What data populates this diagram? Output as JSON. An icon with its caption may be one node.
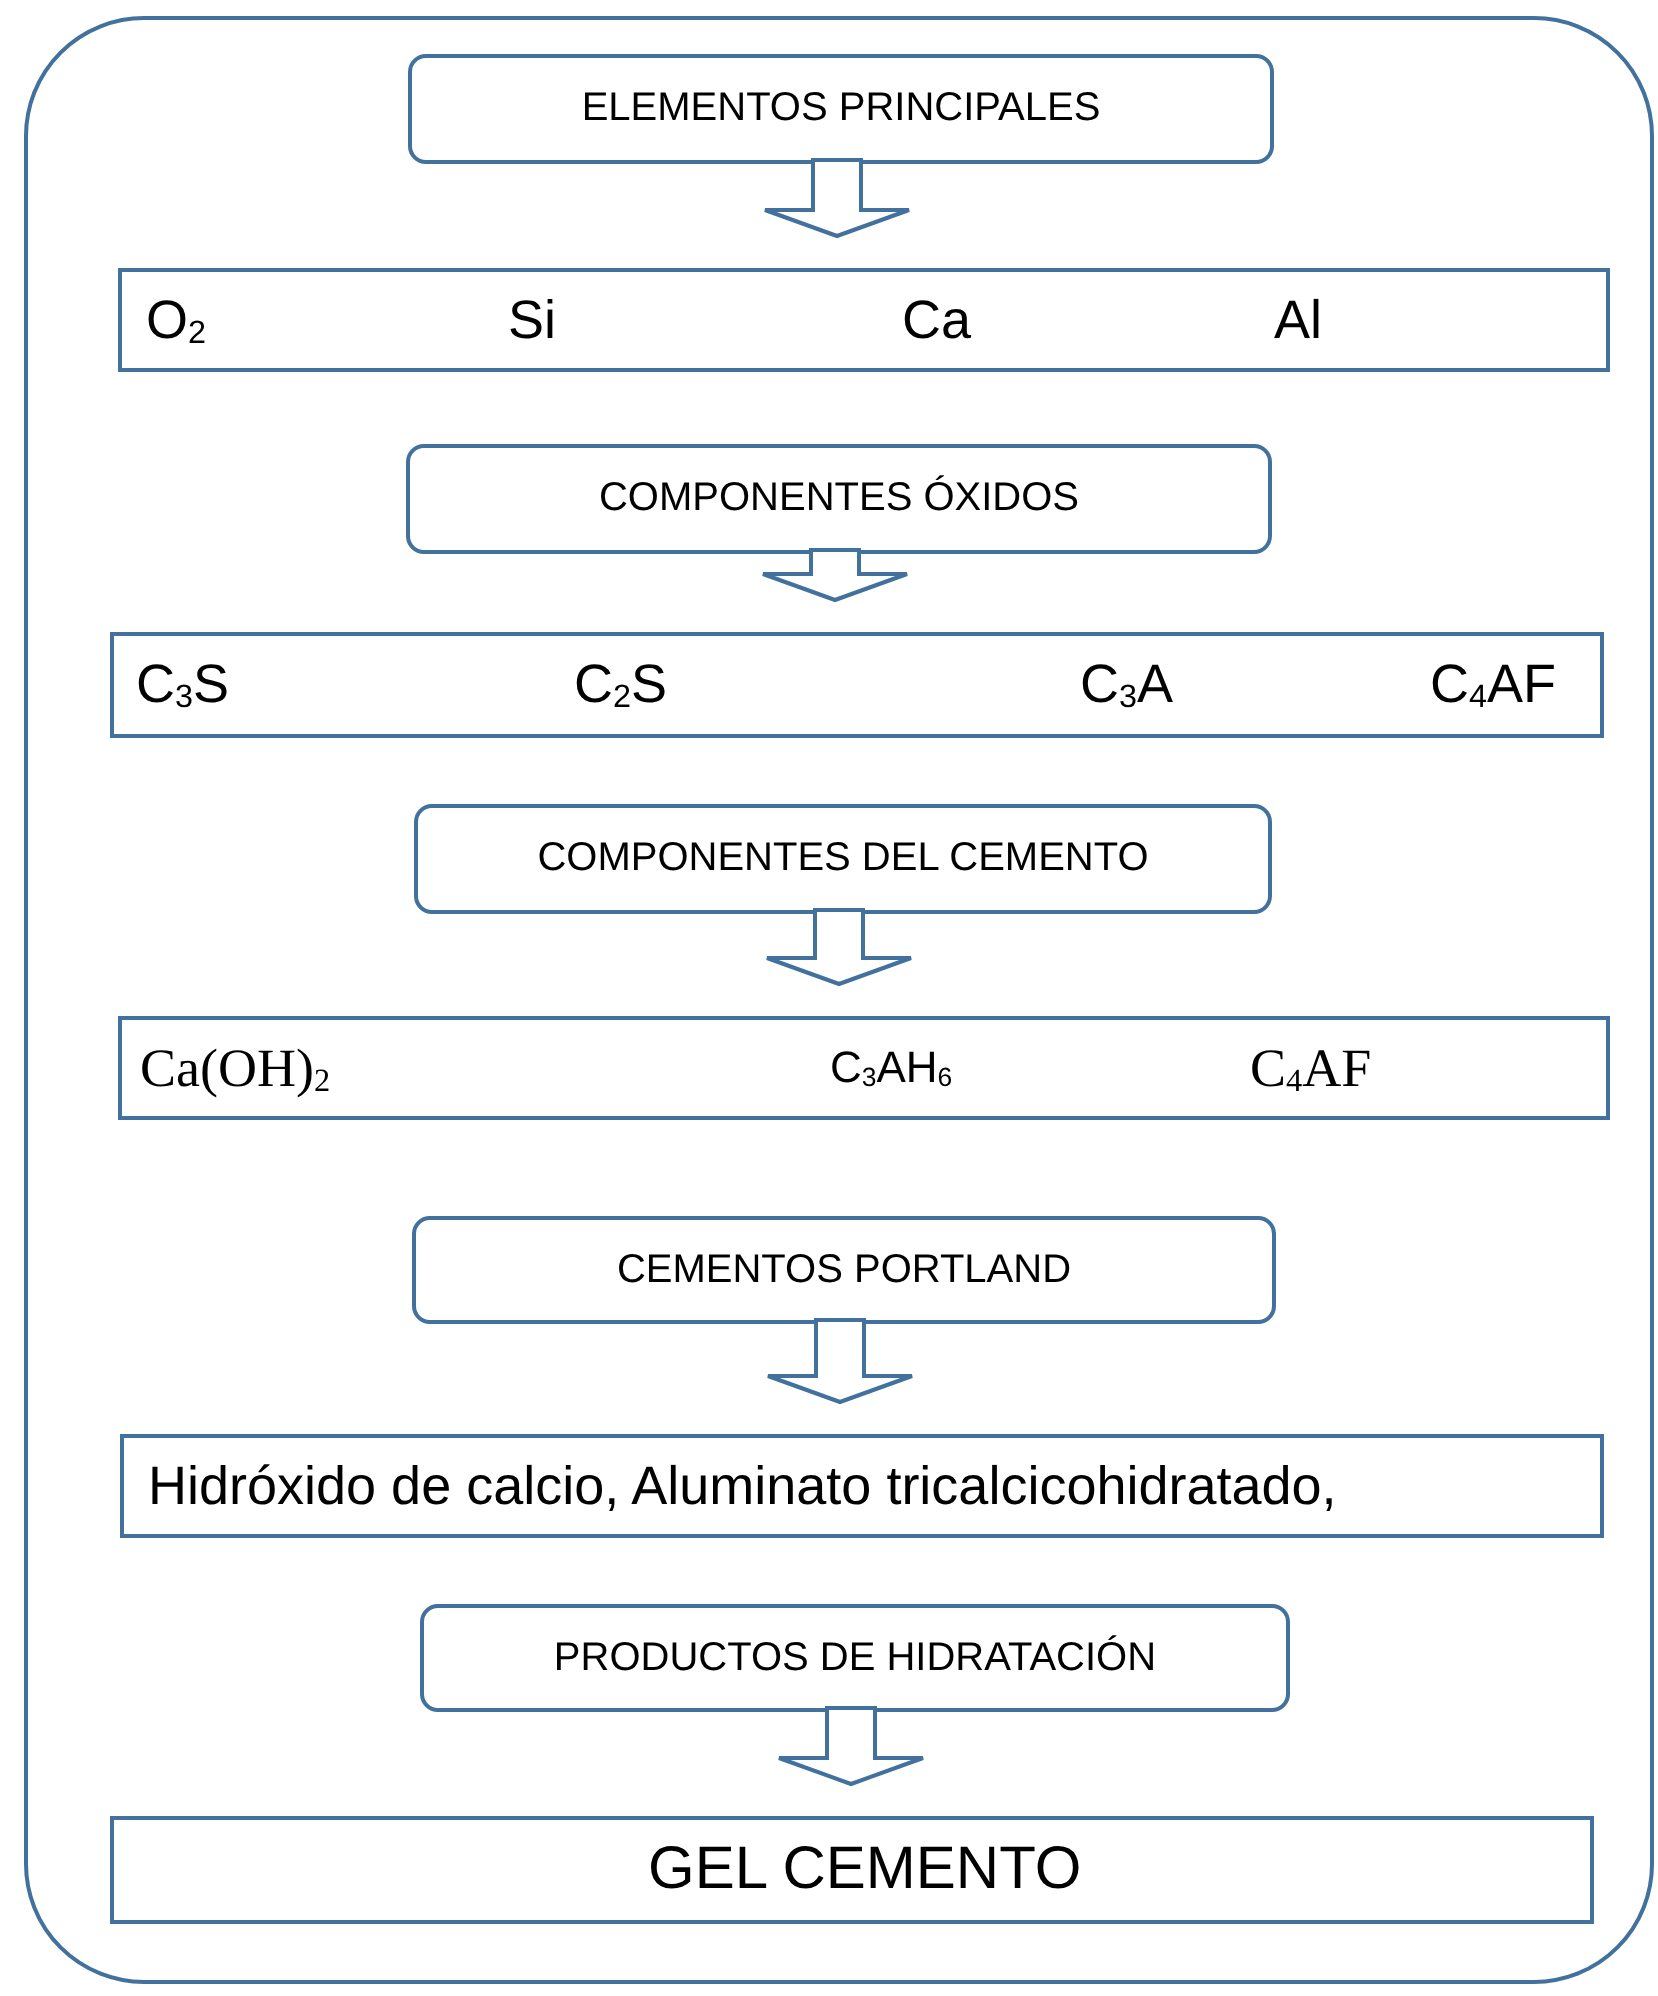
{
  "diagram": {
    "nodes": [
      {
        "text": [],
        "shape": "box"
      },
      {
        "text": [
          "ELEMENTOS PRINCIPALES"
        ],
        "in": 0
      },
      {
        "text": [
          "O$_{2}$",
          "Si",
          "Ca",
          "Al"
        ],
        "in": 0
      },
      {
        "text": [
          "COMPONENTES ÓXIDOS"
        ],
        "in": 0
      },
      {
        "text": [
          "C$_{3}$S",
          "C$_{2}$S",
          "C$_{3}$A",
          "C$_{4}$AF"
        ],
        "in": 0
      },
      {
        "text": [
          "COMPONENTES DEL CEMENTO"
        ],
        "in": 0
      },
      {
        "text": [
          "Ca(OH)$_{2}$",
          "C$_{3}$AH$_{6}$",
          "C$_{4}$AF"
        ],
        "in": 0
      },
      {
        "text": [
          "CEMENTOS PORTLAND"
        ],
        "in": 0
      },
      {
        "text": [
          "Hidróxido de calcio, Aluminato tricalcicohidratado,"
        ],
        "in": 0
      },
      {
        "text": [
          "PRODUCTOS DE HIDRATACIÓN"
        ],
        "in": 0
      },
      {
        "text": [
          "GEL CEMENTO"
        ],
        "in": 0
      }
    ],
    "edges": [
      {
        "from": 1,
        "to": 2,
        "arrow": "to"
      },
      {
        "from": 3,
        "to": 4,
        "arrow": "to"
      },
      {
        "from": 5,
        "to": 6,
        "arrow": "to"
      },
      {
        "from": 7,
        "to": 8,
        "arrow": "to"
      },
      {
        "from": 9,
        "to": 10,
        "arrow": "to"
      }
    ]
  }
}
